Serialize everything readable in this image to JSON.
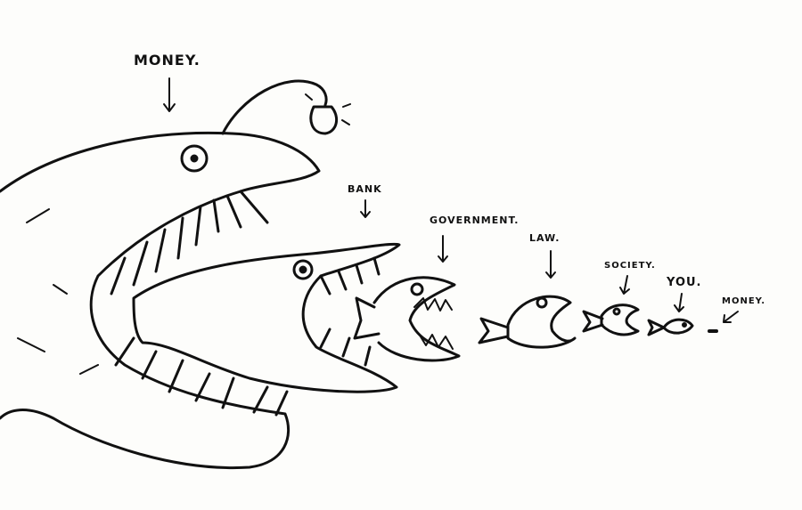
{
  "labels": {
    "money_top": "MONEY.",
    "bank": "BANK",
    "government": "GOVERNMENT.",
    "law": "LAW.",
    "society": "SOCIETY.",
    "you": "YOU.",
    "money_end": "MONEY."
  },
  "colors": {
    "ink": "#111111",
    "paper": "#fdfdfb"
  }
}
